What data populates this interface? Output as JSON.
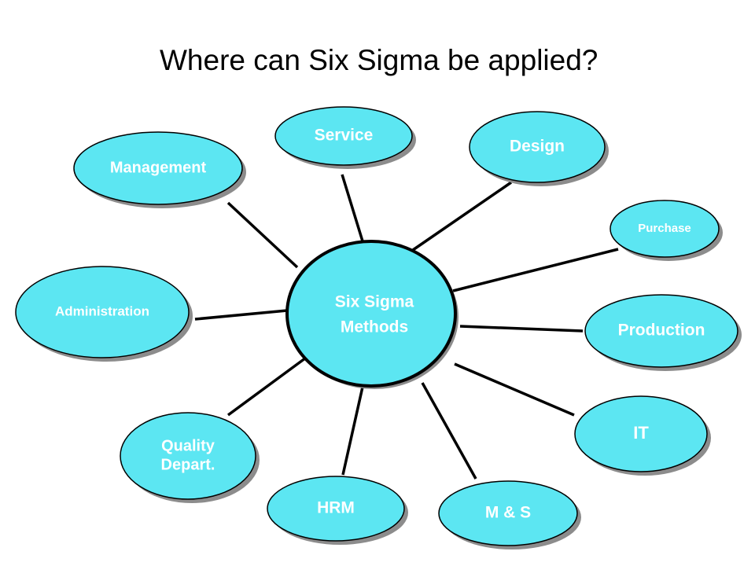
{
  "title": "Where can Six Sigma be applied?",
  "colors": {
    "node_fill": "#5ce6f2",
    "node_shadow": "#8c8c8c",
    "outline": "#000000",
    "connector": "#000000",
    "text": "#ffffff"
  },
  "center": {
    "lines": [
      "Six Sigma",
      "Methods"
    ]
  },
  "nodes": [
    {
      "id": "management",
      "lines": [
        "Management"
      ]
    },
    {
      "id": "service",
      "lines": [
        "Service"
      ]
    },
    {
      "id": "design",
      "lines": [
        "Design"
      ]
    },
    {
      "id": "purchase",
      "lines": [
        "Purchase"
      ]
    },
    {
      "id": "administration",
      "lines": [
        "Administration"
      ]
    },
    {
      "id": "production",
      "lines": [
        "Production"
      ]
    },
    {
      "id": "it",
      "lines": [
        "IT"
      ]
    },
    {
      "id": "quality-depart",
      "lines": [
        "Quality",
        "Depart."
      ]
    },
    {
      "id": "hrm",
      "lines": [
        "HRM"
      ]
    },
    {
      "id": "m-and-s",
      "lines": [
        "M & S"
      ]
    }
  ]
}
